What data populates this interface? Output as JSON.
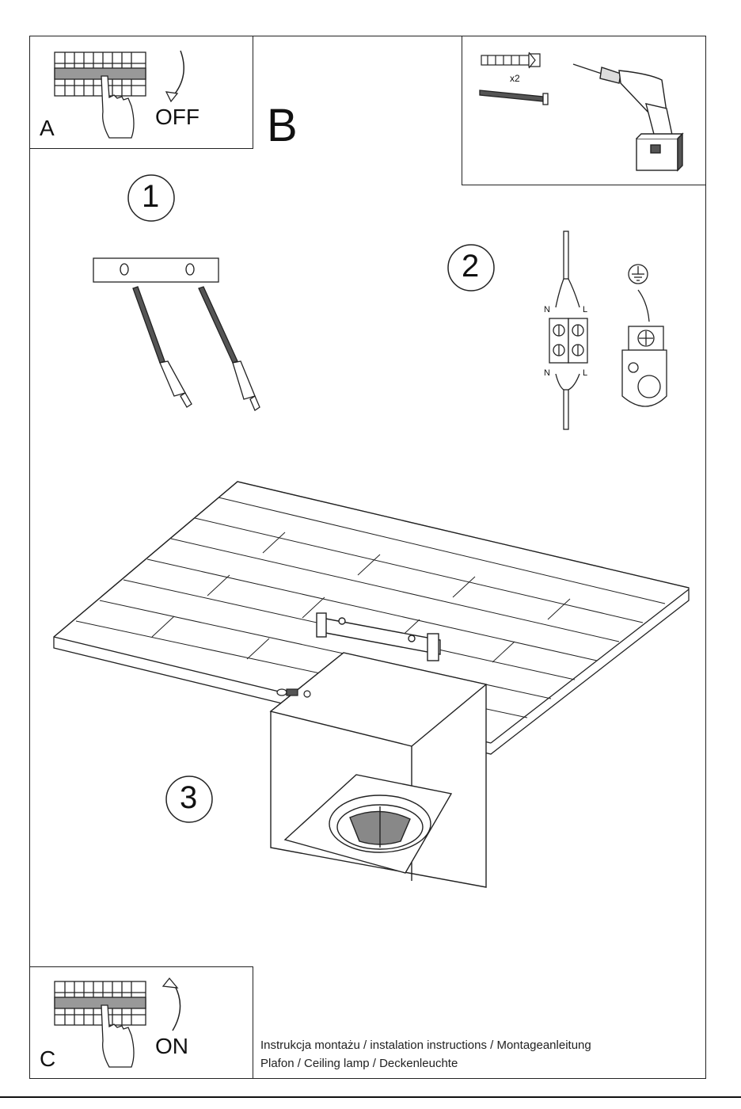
{
  "panel_a": {
    "letter": "A",
    "switch_text": "OFF"
  },
  "section_b": {
    "letter": "B"
  },
  "tools": {
    "anchor_qty": "x2"
  },
  "steps": {
    "step1": "1",
    "step2": "2",
    "step3": "3"
  },
  "wiring": {
    "n_top": "N",
    "l_top": "L",
    "n_bottom": "N",
    "l_bottom": "L"
  },
  "panel_c": {
    "letter": "C",
    "switch_text": "ON"
  },
  "footer": {
    "line1": "Instrukcja montażu / instalation instructions / Montageanleitung",
    "line2": "Plafon / Ceiling lamp / Deckenleuchte"
  }
}
